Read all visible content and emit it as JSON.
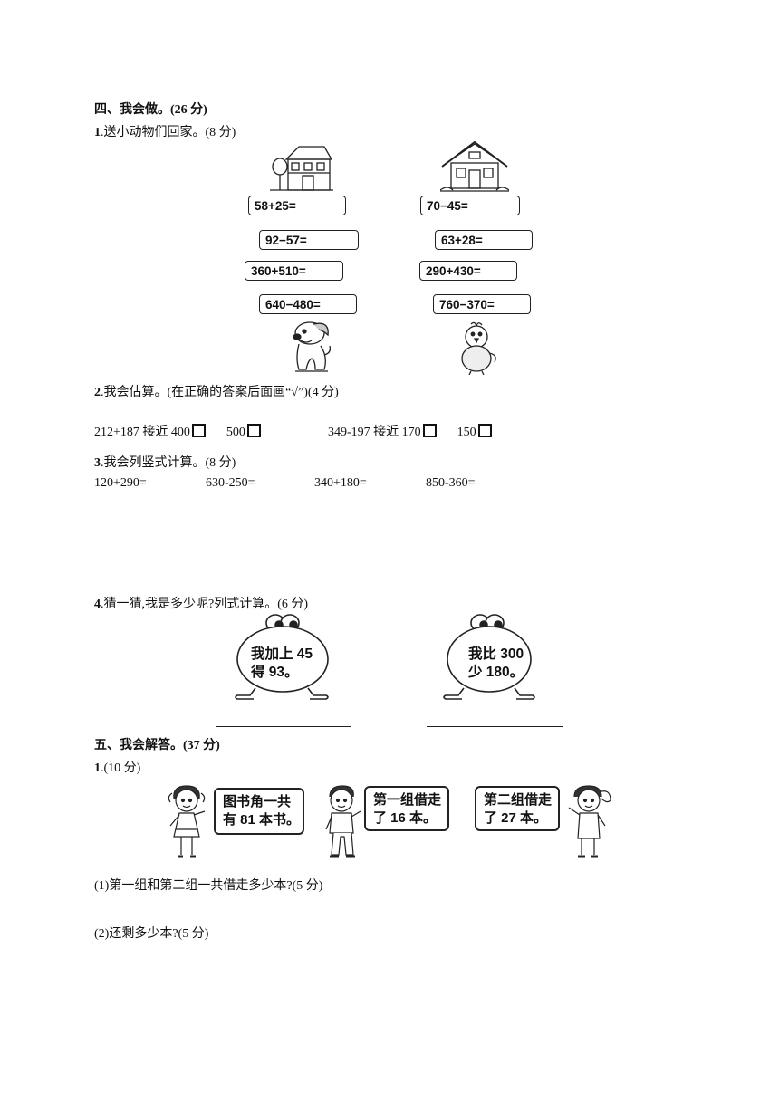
{
  "section4": {
    "heading": "四、我会做。(26 分)",
    "q1": {
      "num": "1",
      "title": ".送小动物们回家。(8 分)",
      "exprs": [
        "58+25=",
        "70−45=",
        "92−57=",
        "63+28=",
        "360+510=",
        "290+430=",
        "640−480=",
        "760−370="
      ]
    },
    "q2": {
      "num": "2",
      "title": ".我会估算。(在正确的答案后面画“√”)(4 分)",
      "item1": "212+187 接近 400",
      "item1_alt": "500",
      "item2": "349-197 接近 170",
      "item2_alt": "150"
    },
    "q3": {
      "num": "3",
      "title": ".我会列竖式计算。(8 分)",
      "exprs": [
        "120+290=",
        "630-250=",
        "340+180=",
        "850-360="
      ]
    },
    "q4": {
      "num": "4",
      "title": ".猜一猜,我是多少呢?列式计算。(6 分)",
      "egg1": [
        "我加上 45",
        "得 93。"
      ],
      "egg2": [
        "我比 300",
        "少 180。"
      ]
    }
  },
  "section5": {
    "heading": "五、我会解答。(37 分)",
    "q1": {
      "num": "1",
      "title": ".(10 分)",
      "bubble1": [
        "图书角一共",
        "有 81 本书。"
      ],
      "bubble2": [
        "第一组借走",
        "了 16 本。"
      ],
      "bubble3": [
        "第二组借走",
        "了 27 本。"
      ],
      "sub1": "(1)第一组和第二组一共借走多少本?(5 分)",
      "sub2": "(2)还剩多少本?(5 分)"
    }
  }
}
